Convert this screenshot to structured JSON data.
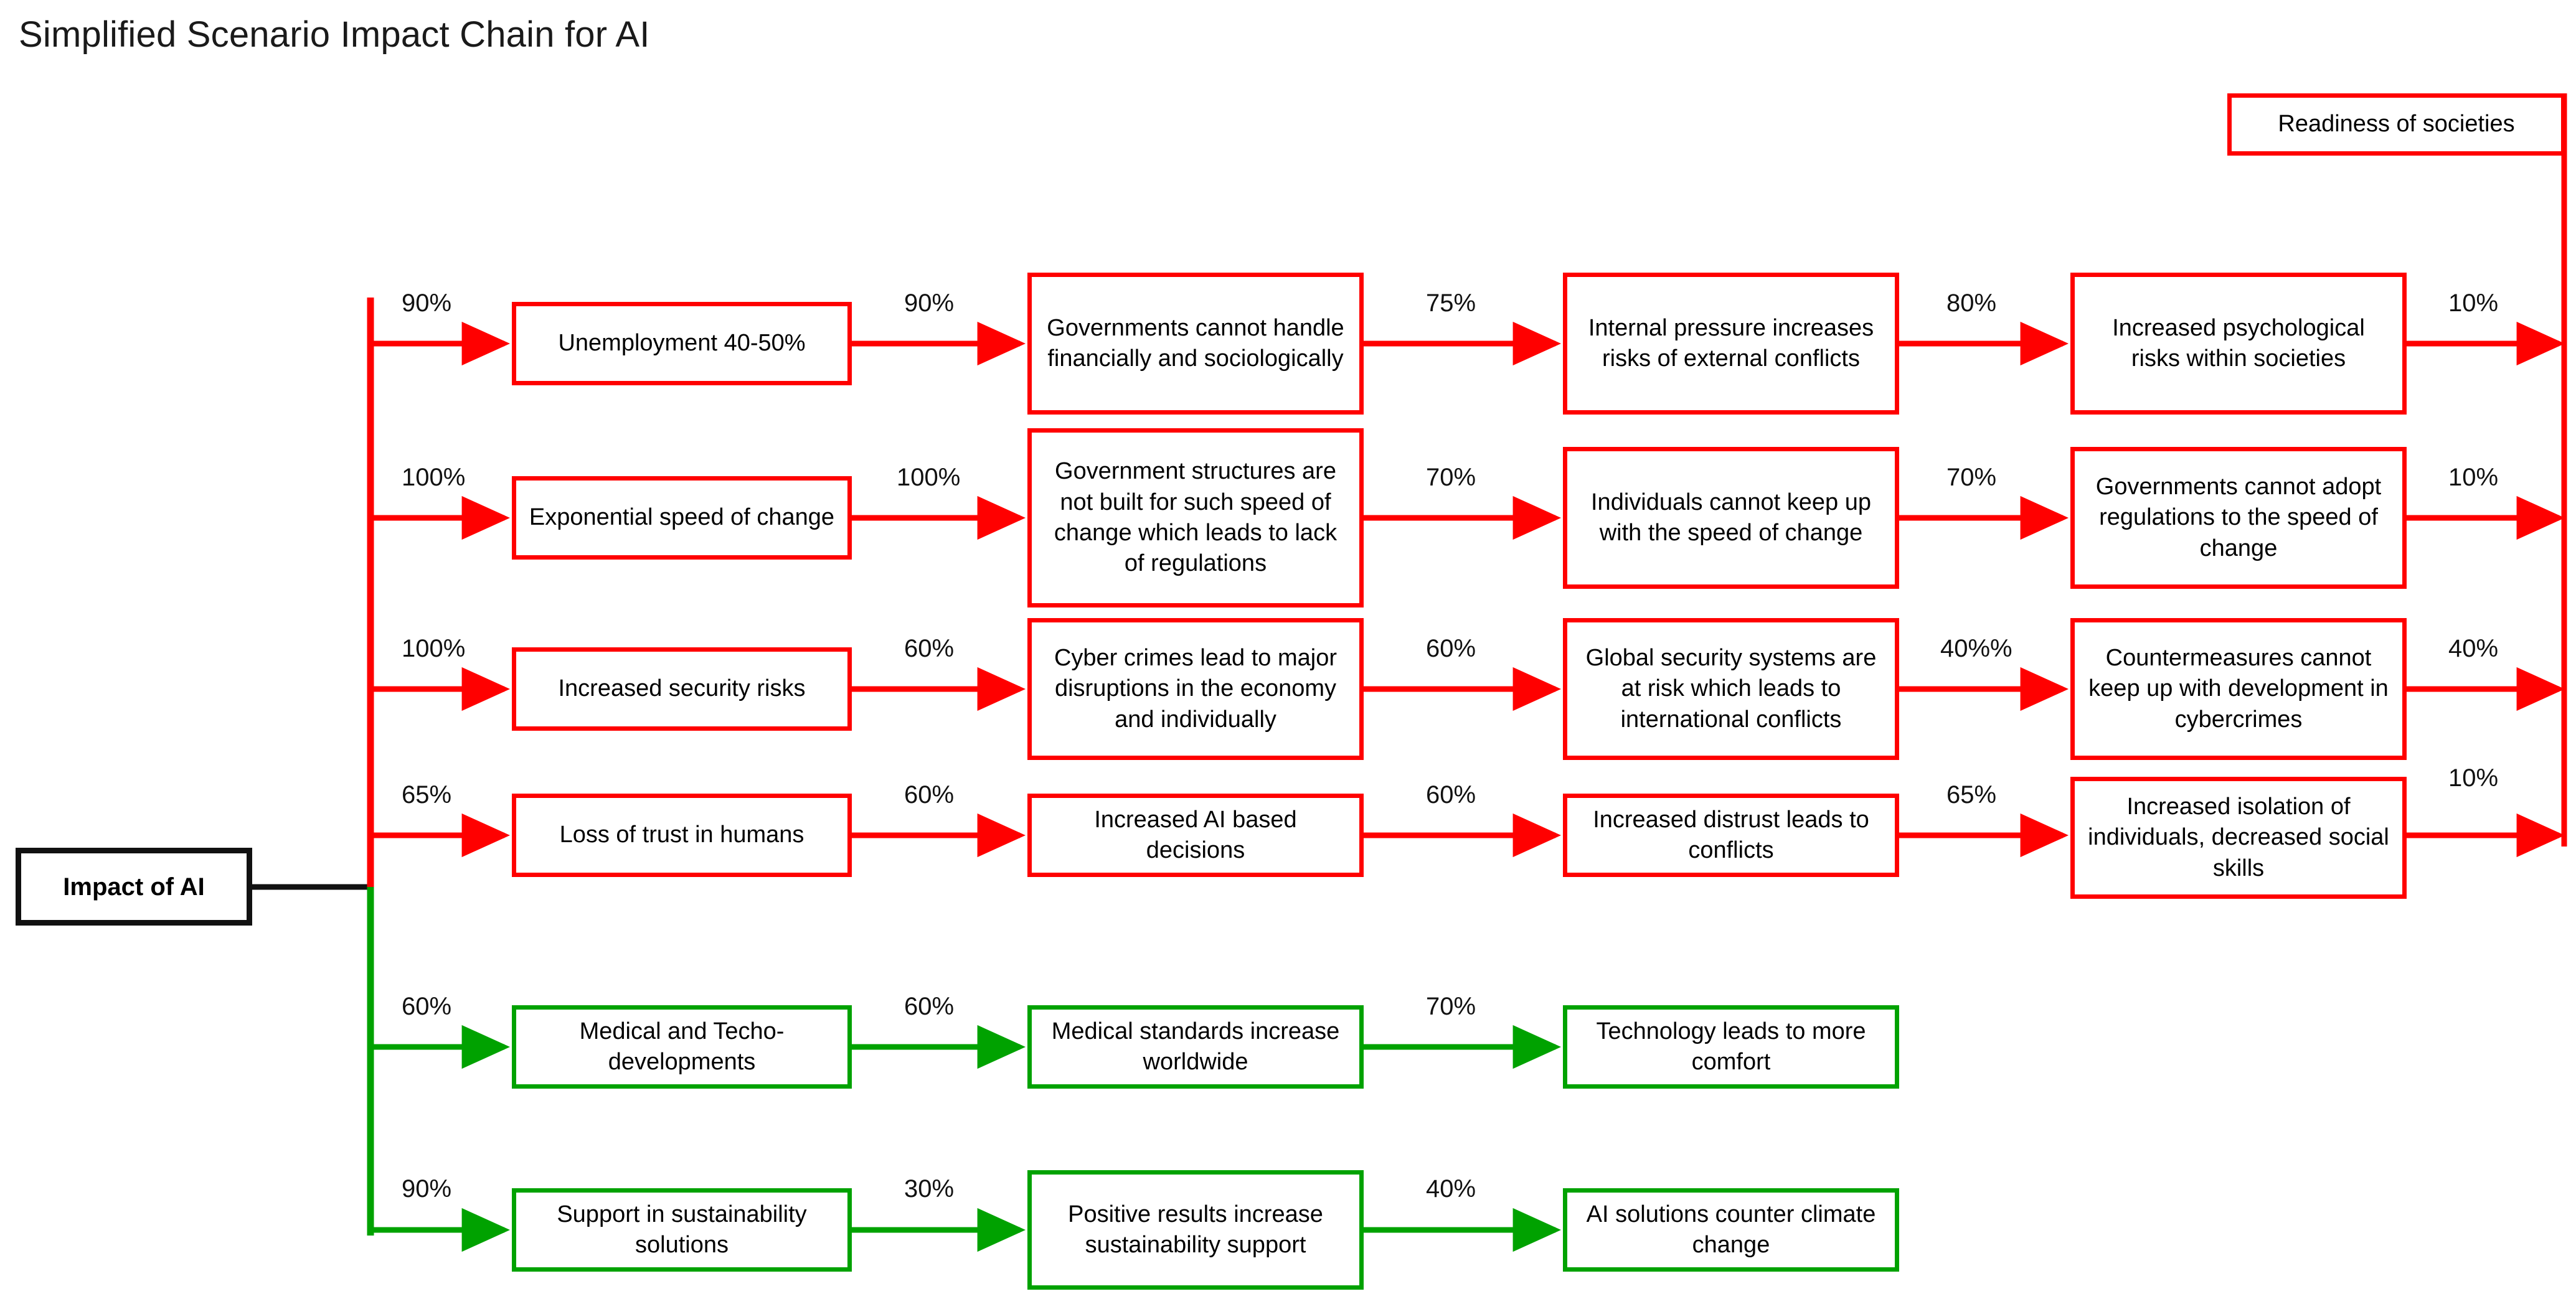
{
  "title": "Simplified Scenario Impact Chain for AI",
  "colors": {
    "negative_branch": "#ff0000",
    "positive_branch": "#00a200",
    "root_border": "#111111",
    "background": "#ffffff",
    "text": "#000000"
  },
  "root": {
    "label": "Impact of AI"
  },
  "sink": {
    "label": "Readiness of societies"
  },
  "chains": [
    {
      "id": "chain-unemployment",
      "branch": "negative",
      "color": "#ff0000",
      "root_probability": "90%",
      "steps": [
        {
          "label": "Unemployment 40-50%",
          "probability_to_next": "90%"
        },
        {
          "label": "Governments cannot handle financially and sociologically",
          "probability_to_next": "75%"
        },
        {
          "label": "Internal pressure increases risks of external conflicts",
          "probability_to_next": "80%"
        },
        {
          "label": "Increased psychological risks within societies",
          "probability_to_next": "10%"
        }
      ]
    },
    {
      "id": "chain-speed-of-change",
      "branch": "negative",
      "color": "#ff0000",
      "root_probability": "100%",
      "steps": [
        {
          "label": "Exponential speed of change",
          "probability_to_next": "100%"
        },
        {
          "label": "Government structures are not built for such speed of change which leads to lack of regulations",
          "probability_to_next": "70%"
        },
        {
          "label": "Individuals cannot keep up with the speed of change",
          "probability_to_next": "70%"
        },
        {
          "label": "Governments cannot adopt regulations to the speed of change",
          "probability_to_next": "10%"
        }
      ]
    },
    {
      "id": "chain-security-risks",
      "branch": "negative",
      "color": "#ff0000",
      "root_probability": "100%",
      "steps": [
        {
          "label": "Increased security risks",
          "probability_to_next": "60%"
        },
        {
          "label": "Cyber crimes lead to major disruptions in the economy and individually",
          "probability_to_next": "60%"
        },
        {
          "label": "Global security systems are at risk which leads to international conflicts",
          "probability_to_next": "40%%"
        },
        {
          "label": "Countermeasures cannot keep up with development in cybercrimes",
          "probability_to_next": "40%"
        }
      ]
    },
    {
      "id": "chain-loss-of-trust",
      "branch": "negative",
      "color": "#ff0000",
      "root_probability": "65%",
      "steps": [
        {
          "label": "Loss of trust in humans",
          "probability_to_next": "60%"
        },
        {
          "label": "Increased AI based decisions",
          "probability_to_next": "60%"
        },
        {
          "label": "Increased distrust leads to conflicts",
          "probability_to_next": "65%"
        },
        {
          "label": "Increased isolation of individuals, decreased social skills",
          "probability_to_next": "10%"
        }
      ]
    },
    {
      "id": "chain-medical",
      "branch": "positive",
      "color": "#00a200",
      "root_probability": "60%",
      "steps": [
        {
          "label": "Medical and Techo-developments",
          "probability_to_next": "60%"
        },
        {
          "label": "Medical standards increase worldwide",
          "probability_to_next": "70%"
        },
        {
          "label": "Technology leads to more comfort",
          "probability_to_next": ""
        }
      ]
    },
    {
      "id": "chain-sustainability",
      "branch": "positive",
      "color": "#00a200",
      "root_probability": "90%",
      "steps": [
        {
          "label": "Support in sustainability solutions",
          "probability_to_next": "30%"
        },
        {
          "label": "Positive results increase sustainability support",
          "probability_to_next": "40%"
        },
        {
          "label": "AI solutions counter climate change",
          "probability_to_next": ""
        }
      ]
    }
  ]
}
